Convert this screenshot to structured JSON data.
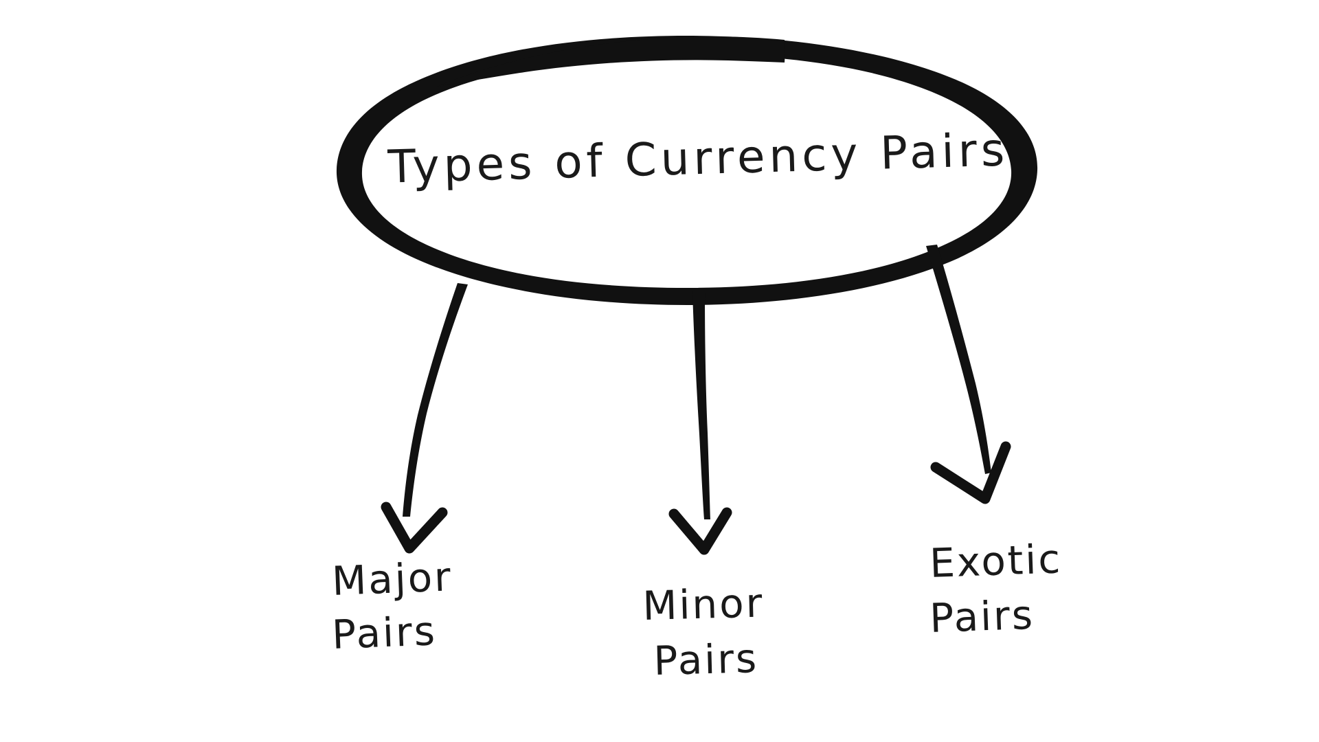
{
  "diagram": {
    "type": "hand-drawn-tree-diagram",
    "style": "sketch / whiteboard marker",
    "background_color": "#ffffff",
    "ink_color": "#111111",
    "text_color": "#1a1a1a",
    "root": {
      "label": "Types of Currency Pairs",
      "shape": "ellipse",
      "stroke_style": "double-pass sketch outline with overshoot"
    },
    "branches": [
      {
        "id": "major",
        "label_line1": "Major",
        "label_line2": "Pairs",
        "label_full": "Major Pairs",
        "connector": "arrow-down-left"
      },
      {
        "id": "minor",
        "label_line1": "Minor",
        "label_line2": "Pairs",
        "label_full": "Minor Pairs",
        "connector": "arrow-down"
      },
      {
        "id": "exotic",
        "label_line1": "Exotic",
        "label_line2": "Pairs",
        "label_full": "Exotic Pairs",
        "connector": "arrow-down-right"
      }
    ]
  },
  "chart_data": {
    "type": "diagram",
    "title": "Types of Currency Pairs",
    "nodes": [
      {
        "id": "root",
        "label": "Types of Currency Pairs",
        "level": 0
      },
      {
        "id": "major",
        "label": "Major Pairs",
        "level": 1
      },
      {
        "id": "minor",
        "label": "Minor Pairs",
        "level": 1
      },
      {
        "id": "exotic",
        "label": "Exotic Pairs",
        "level": 1
      }
    ],
    "edges": [
      {
        "from": "root",
        "to": "major"
      },
      {
        "from": "root",
        "to": "minor"
      },
      {
        "from": "root",
        "to": "exotic"
      }
    ]
  }
}
